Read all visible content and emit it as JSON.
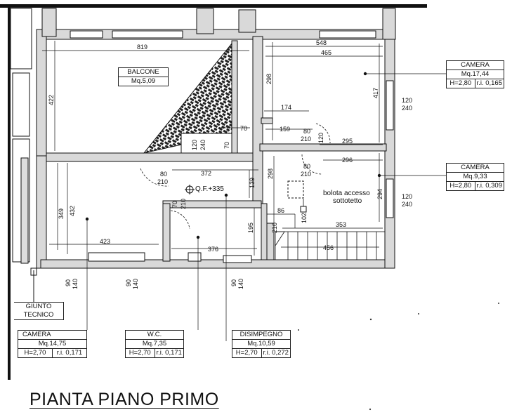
{
  "page_title": "PIANTA PIANO PRIMO",
  "rooms": {
    "camera_ne": {
      "name": "CAMERA",
      "area": "Mq.17,44",
      "height": "H=2,80",
      "ri": "r.i. 0,165"
    },
    "camera_e": {
      "name": "CAMERA",
      "area": "Mq.9,33",
      "height": "H=2,80",
      "ri": "r.i. 0,309"
    },
    "camera_sw": {
      "name": "CAMERA",
      "area": "Mq.14,75",
      "height": "H=2,70",
      "ri": "r.i. 0,171"
    },
    "wc": {
      "name": "W.C.",
      "area": "Mq.7,35",
      "height": "H=2,70",
      "ri": "r.i. 0,171"
    },
    "disimpegno": {
      "name": "DISIMPEGNO",
      "area": "Mq.10,59",
      "height": "H=2,70",
      "ri": "r.i. 0,272"
    },
    "balcone": {
      "name": "BALCONE",
      "area": "Mq.5,09"
    }
  },
  "giunto": {
    "line1": "GIUNTO",
    "line2": "TECNICO"
  },
  "qf_label": "Q.F.+335",
  "bolota": {
    "line1": "bolota accesso",
    "line2": "sottotetto"
  },
  "dimensions": {
    "d819": "819",
    "d548": "548",
    "d465": "465",
    "d422": "422",
    "d298a": "298",
    "d417": "417",
    "d174": "174",
    "d70a": "70",
    "d159": "159",
    "d80_210a": "80",
    "d210a": "210",
    "d120v": "120",
    "d295": "295",
    "d120_240a_top": "120",
    "d120_240a_bot": "240",
    "d120b": "120",
    "d240b": "240",
    "d70b": "70",
    "d296": "296",
    "d80b": "80",
    "d210b": "210",
    "d298b": "298",
    "d372": "372",
    "d139": "139",
    "d294": "294",
    "d120_240b_top": "120",
    "d120_240b_bot": "240",
    "d349": "349",
    "d432": "432",
    "d70c": "70",
    "d210c": "210",
    "d86": "86",
    "d102": "102",
    "d353": "353",
    "d210d": "210",
    "d195": "195",
    "d423": "423",
    "d376": "376",
    "d456": "456",
    "w90_140a": "90",
    "w140a": "140",
    "w90_140b": "90",
    "w140b": "140",
    "w90_140c": "90",
    "w140c": "140",
    "d80_210c": "80",
    "d210e": "210"
  }
}
